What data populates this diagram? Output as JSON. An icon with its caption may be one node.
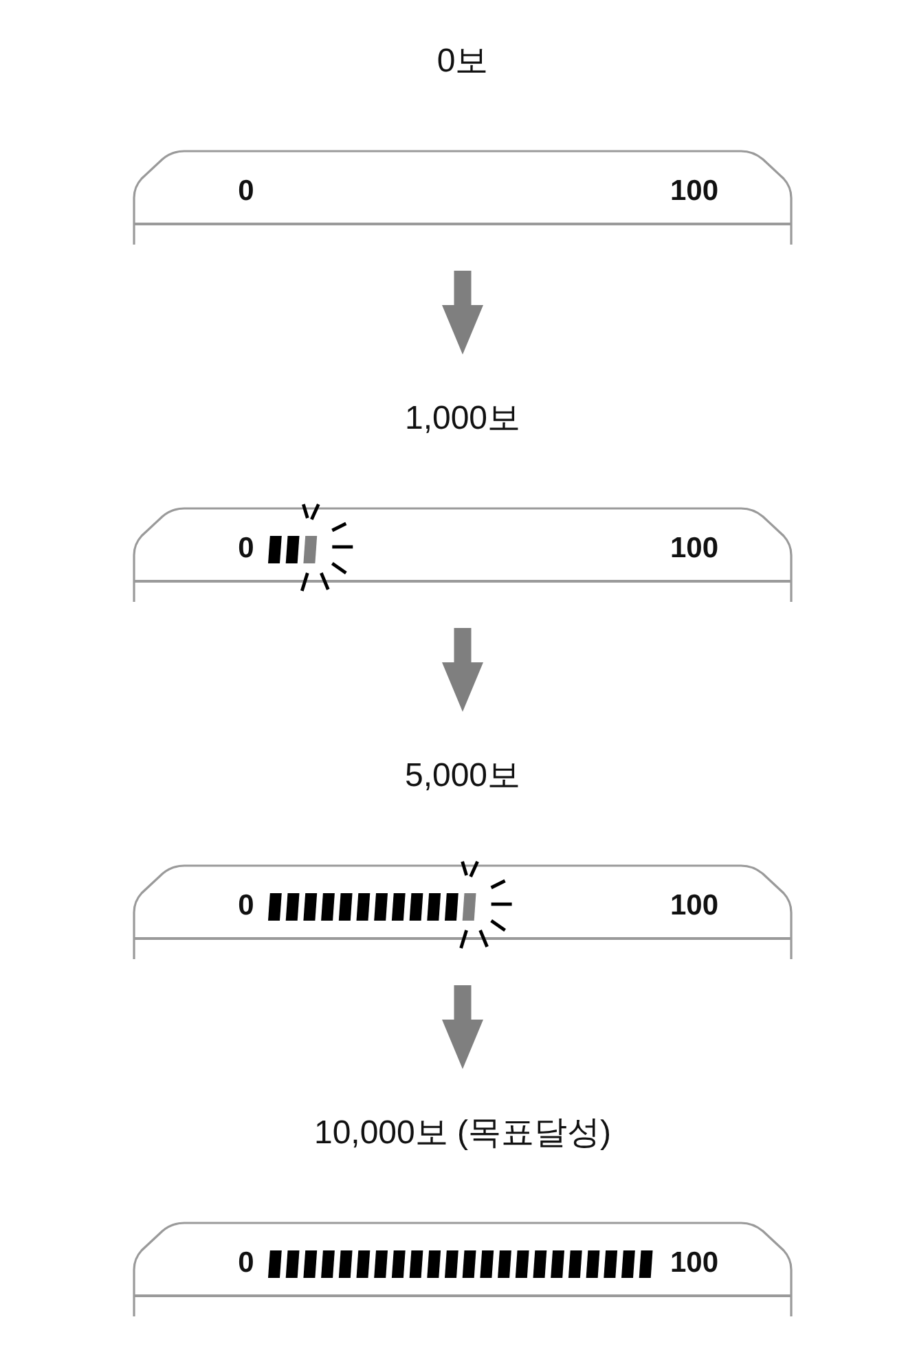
{
  "diagram": {
    "nodes": [
      {
        "text": [
          "0보",
          "0",
          "100"
        ]
      },
      {
        "text": [
          "1,000보",
          "0",
          "100"
        ]
      },
      {
        "text": [
          "5,000보",
          "0",
          "100"
        ]
      },
      {
        "text": [
          "10,000보 (목표달성)",
          "0",
          "100"
        ]
      }
    ],
    "edges": [
      {
        "from": 0,
        "to": 1,
        "arrow": "to"
      },
      {
        "from": 1,
        "to": 2,
        "arrow": "to"
      },
      {
        "from": 2,
        "to": 3,
        "arrow": "to"
      }
    ]
  }
}
